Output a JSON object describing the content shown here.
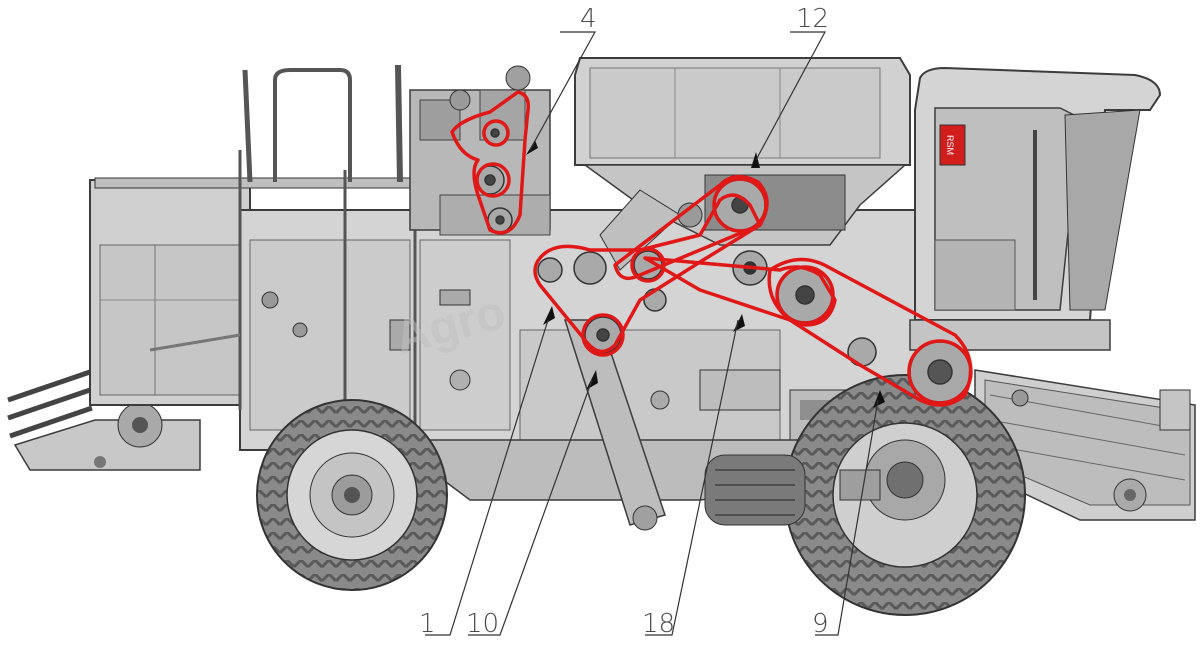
{
  "diagram": {
    "callouts": [
      {
        "id": "c4",
        "label": "4"
      },
      {
        "id": "c12",
        "label": "12"
      },
      {
        "id": "c1",
        "label": "1"
      },
      {
        "id": "c10",
        "label": "10"
      },
      {
        "id": "c18",
        "label": "18"
      },
      {
        "id": "c9",
        "label": "9"
      }
    ],
    "cab_plate_text": "RSM",
    "watermark": "Agro",
    "colors": {
      "machine_fill": "#d3d3d3",
      "machine_dark": "#9a9a9a",
      "outline": "#3c3c3c",
      "belt": "#e01818",
      "hopper_fill": "#cfcfcf",
      "tire": "#6e6e6e"
    }
  }
}
